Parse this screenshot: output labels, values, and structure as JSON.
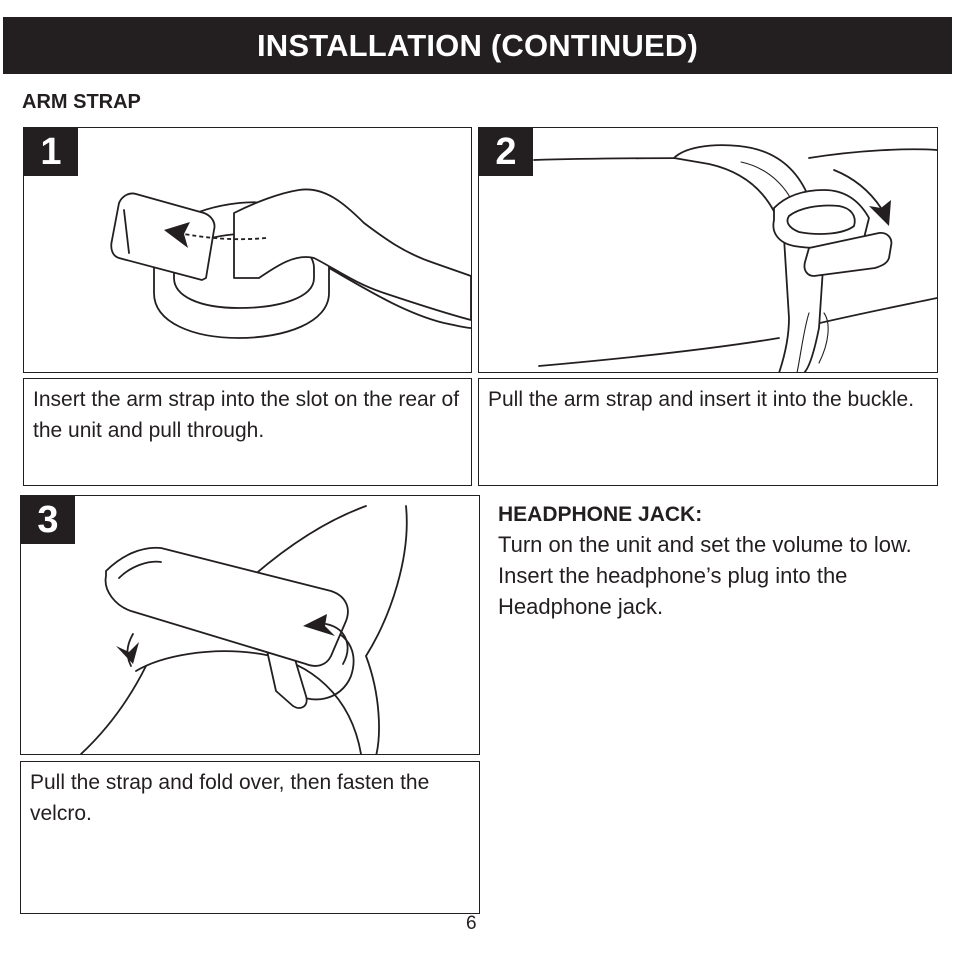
{
  "header": {
    "title": "INSTALLATION (CONTINUED)"
  },
  "section": {
    "title": "ARM STRAP"
  },
  "steps": [
    {
      "number": "1",
      "caption": "Insert the arm strap into the slot on the rear of the unit and pull through."
    },
    {
      "number": "2",
      "caption": "Pull the arm strap and insert it into the buckle."
    },
    {
      "number": "3",
      "caption": "Pull the strap and fold over, then fasten the velcro."
    }
  ],
  "headphone": {
    "title": "HEADPHONE JACK:",
    "body": "Turn on the unit and set the volume to low. Insert the headphone’s plug into the Headphone jack."
  },
  "footer": {
    "page_number": "6"
  }
}
